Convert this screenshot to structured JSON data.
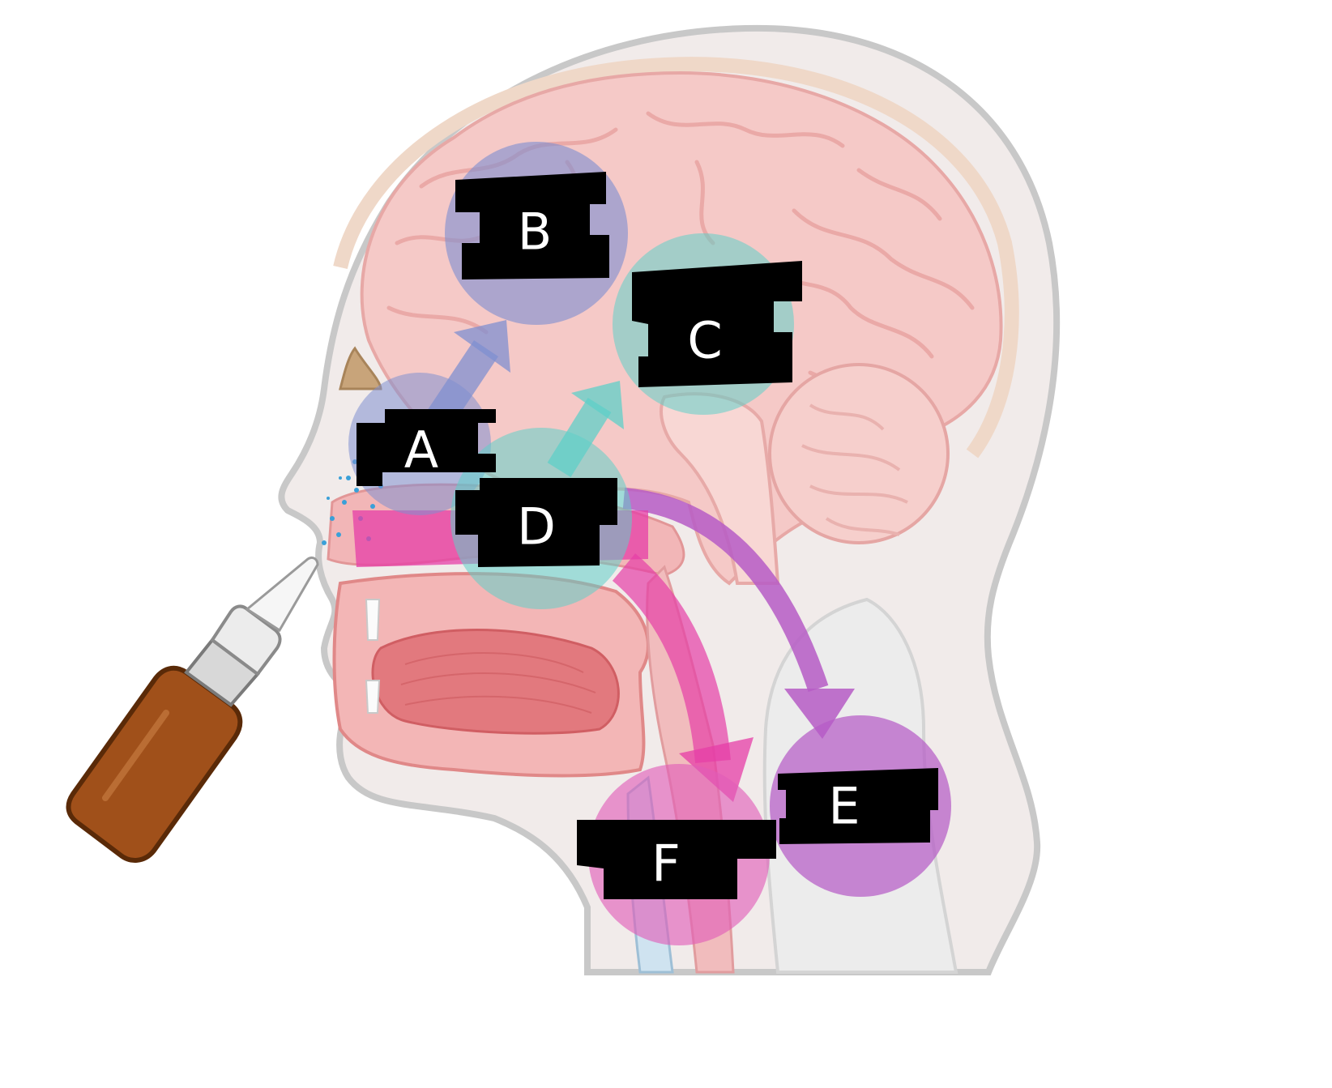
{
  "diagram": {
    "subject": "sagittal-head-section-with-nasal-spray",
    "labels": [
      {
        "id": "A",
        "text": "A",
        "circle_color": "#7f8fd0"
      },
      {
        "id": "B",
        "text": "B",
        "circle_color": "#7f8fd0"
      },
      {
        "id": "C",
        "text": "C",
        "circle_color": "#5fcfc8"
      },
      {
        "id": "D",
        "text": "D",
        "circle_color": "#5fcfc8"
      },
      {
        "id": "E",
        "text": "E",
        "circle_color": "#b65cc6"
      },
      {
        "id": "F",
        "text": "F",
        "circle_color": "#e05cb8"
      }
    ],
    "colors": {
      "brain": "#f4c6c4",
      "brain_outline": "#e6a9a8",
      "skin": "#f3e3e1",
      "head_outline": "#c9c9c9",
      "tissue": "#e98f93",
      "arrow_blue": "#7f8fd0",
      "arrow_teal": "#5fcfc8",
      "arrow_purple": "#b65cc6",
      "arrow_pink": "#e63ea7",
      "bottle": "#9a4a14",
      "nozzle": "#e8e8e8",
      "label_box": "#000000",
      "label_text": "#ffffff"
    }
  }
}
